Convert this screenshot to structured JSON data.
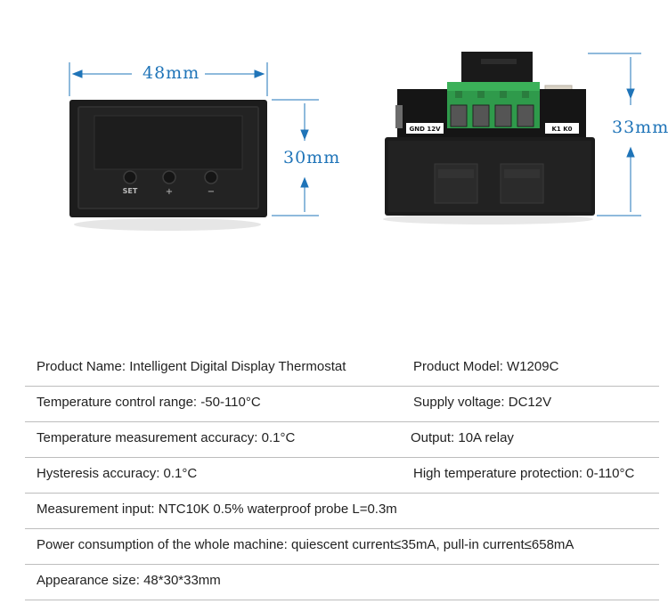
{
  "dimensions": {
    "width_label": "48mm",
    "height_label": "30mm",
    "depth_label": "33mm",
    "dim_color": "#1f74b8"
  },
  "front_panel": {
    "buttons": [
      "SET",
      "+",
      "−"
    ]
  },
  "connector": {
    "left_label": "GND 12V",
    "right_label": "K1 K0"
  },
  "specs": [
    {
      "left": "Product Name: Intelligent Digital Display Thermostat",
      "right": "Product Model: W1209C"
    },
    {
      "left": "Temperature control range: -50-110°C",
      "right": "Supply voltage: DC12V"
    },
    {
      "left": "Temperature measurement accuracy: 0.1°C",
      "right": "Output: 10A relay"
    },
    {
      "left": "Hysteresis accuracy: 0.1°C",
      "right": "High temperature protection: 0-110°C"
    },
    {
      "left": "Measurement input: NTC10K 0.5% waterproof probe L=0.3m",
      "right": ""
    },
    {
      "left": "Power consumption of the whole machine: quiescent current≤35mA, pull-in current≤658mA",
      "right": ""
    },
    {
      "left": "Appearance size: 48*30*33mm",
      "right": ""
    }
  ]
}
